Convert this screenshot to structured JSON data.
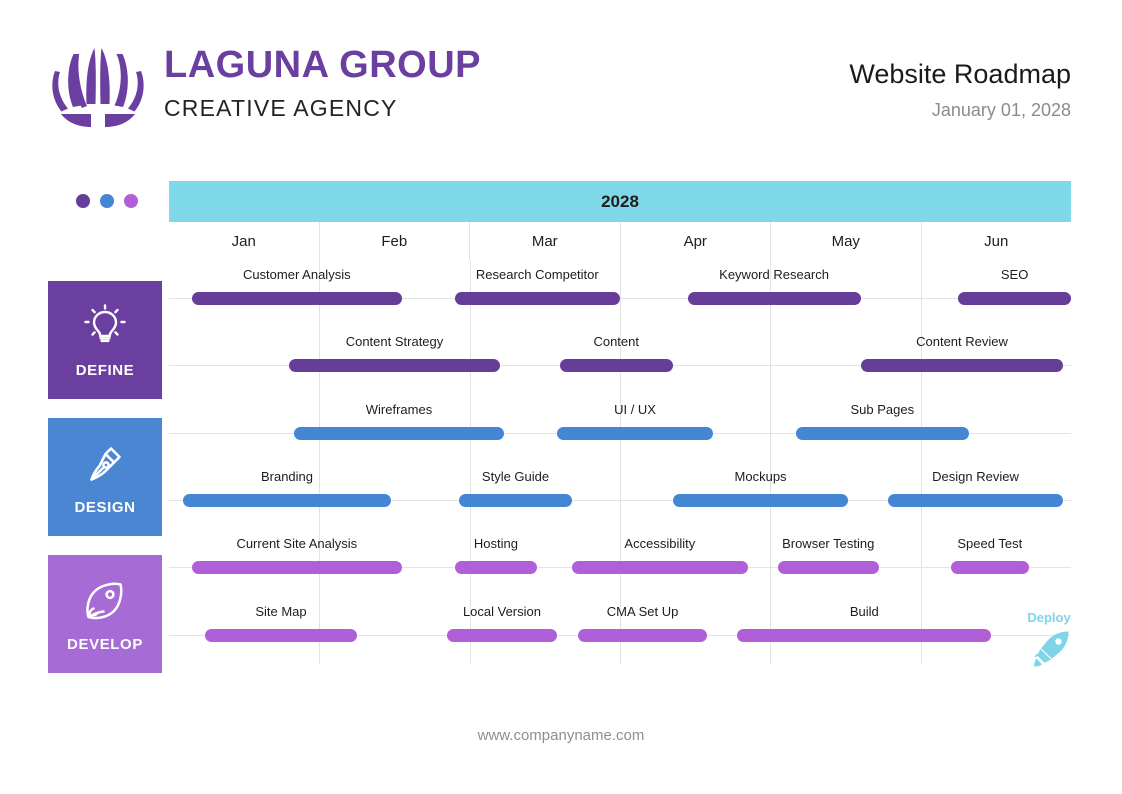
{
  "brand": {
    "name": "LAGUNA GROUP",
    "tagline": "CREATIVE AGENCY",
    "logo_icon": "lotus-fan-logo",
    "logo_color": "#6B3FA0"
  },
  "header": {
    "title": "Website Roadmap",
    "date": "January 01, 2028"
  },
  "footer": {
    "website": "www.companyname.com"
  },
  "legend_dots": [
    {
      "name": "define-dot",
      "color": "#663D99"
    },
    {
      "name": "design-dot",
      "color": "#4286D4"
    },
    {
      "name": "develop-dot",
      "color": "#B05FD9"
    }
  ],
  "phases": [
    {
      "label": "DEFINE",
      "icon": "lightbulb-icon",
      "bg": "#6B3FA0",
      "bar_color": "#663D99"
    },
    {
      "label": "DESIGN",
      "icon": "pen-nib-icon",
      "bg": "#4A86D1",
      "bar_color": "#4286D4"
    },
    {
      "label": "DEVELOP",
      "icon": "rocket-icon",
      "bg": "#A66BD4",
      "bar_color": "#B05FD9"
    }
  ],
  "deploy": {
    "label": "Deploy",
    "icon": "rocket-icon",
    "color": "#7FD4E8"
  },
  "chart_data": {
    "type": "gantt",
    "title": "Website Roadmap",
    "year": "2028",
    "year_bar_color": "#7FD8E8",
    "categories": [
      "Jan",
      "Feb",
      "Mar",
      "Apr",
      "May",
      "Jun"
    ],
    "xlabel": "",
    "ylabel": "",
    "grid": true,
    "legend": "left",
    "rows": [
      {
        "phase": "DEFINE",
        "color": "#663D99",
        "tasks": [
          {
            "name": "Customer Analysis",
            "start": 0.15,
            "end": 1.55
          },
          {
            "name": "Research Competitor",
            "start": 1.9,
            "end": 3.0
          },
          {
            "name": "Keyword Research",
            "start": 3.45,
            "end": 4.6
          },
          {
            "name": "SEO",
            "start": 5.25,
            "end": 6.0
          }
        ]
      },
      {
        "phase": "DEFINE",
        "color": "#663D99",
        "tasks": [
          {
            "name": "Content Strategy",
            "start": 0.8,
            "end": 2.2
          },
          {
            "name": "Content",
            "start": 2.6,
            "end": 3.35
          },
          {
            "name": "Content Review",
            "start": 4.6,
            "end": 5.95
          }
        ]
      },
      {
        "phase": "DESIGN",
        "color": "#4286D4",
        "tasks": [
          {
            "name": "Wireframes",
            "start": 0.83,
            "end": 2.23
          },
          {
            "name": "UI / UX",
            "start": 2.58,
            "end": 3.62
          },
          {
            "name": "Sub Pages",
            "start": 4.17,
            "end": 5.32
          }
        ]
      },
      {
        "phase": "DESIGN",
        "color": "#4286D4",
        "tasks": [
          {
            "name": "Branding",
            "start": 0.09,
            "end": 1.48
          },
          {
            "name": "Style Guide",
            "start": 1.93,
            "end": 2.68
          },
          {
            "name": "Mockups",
            "start": 3.35,
            "end": 4.52
          },
          {
            "name": "Design Review",
            "start": 4.78,
            "end": 5.95
          }
        ]
      },
      {
        "phase": "DEVELOP",
        "color": "#B05FD9",
        "tasks": [
          {
            "name": "Current Site Analysis",
            "start": 0.15,
            "end": 1.55
          },
          {
            "name": "Hosting",
            "start": 1.9,
            "end": 2.45
          },
          {
            "name": "Accessibility",
            "start": 2.68,
            "end": 3.85
          },
          {
            "name": "Browser Testing",
            "start": 4.05,
            "end": 4.72
          },
          {
            "name": "Speed Test",
            "start": 5.2,
            "end": 5.72
          }
        ]
      },
      {
        "phase": "DEVELOP",
        "color": "#B05FD9",
        "tasks": [
          {
            "name": "Site Map",
            "start": 0.24,
            "end": 1.25
          },
          {
            "name": "Local Version",
            "start": 1.85,
            "end": 2.58
          },
          {
            "name": "CMA Set Up",
            "start": 2.72,
            "end": 3.58
          },
          {
            "name": "Build",
            "start": 3.78,
            "end": 5.47
          }
        ]
      }
    ]
  }
}
